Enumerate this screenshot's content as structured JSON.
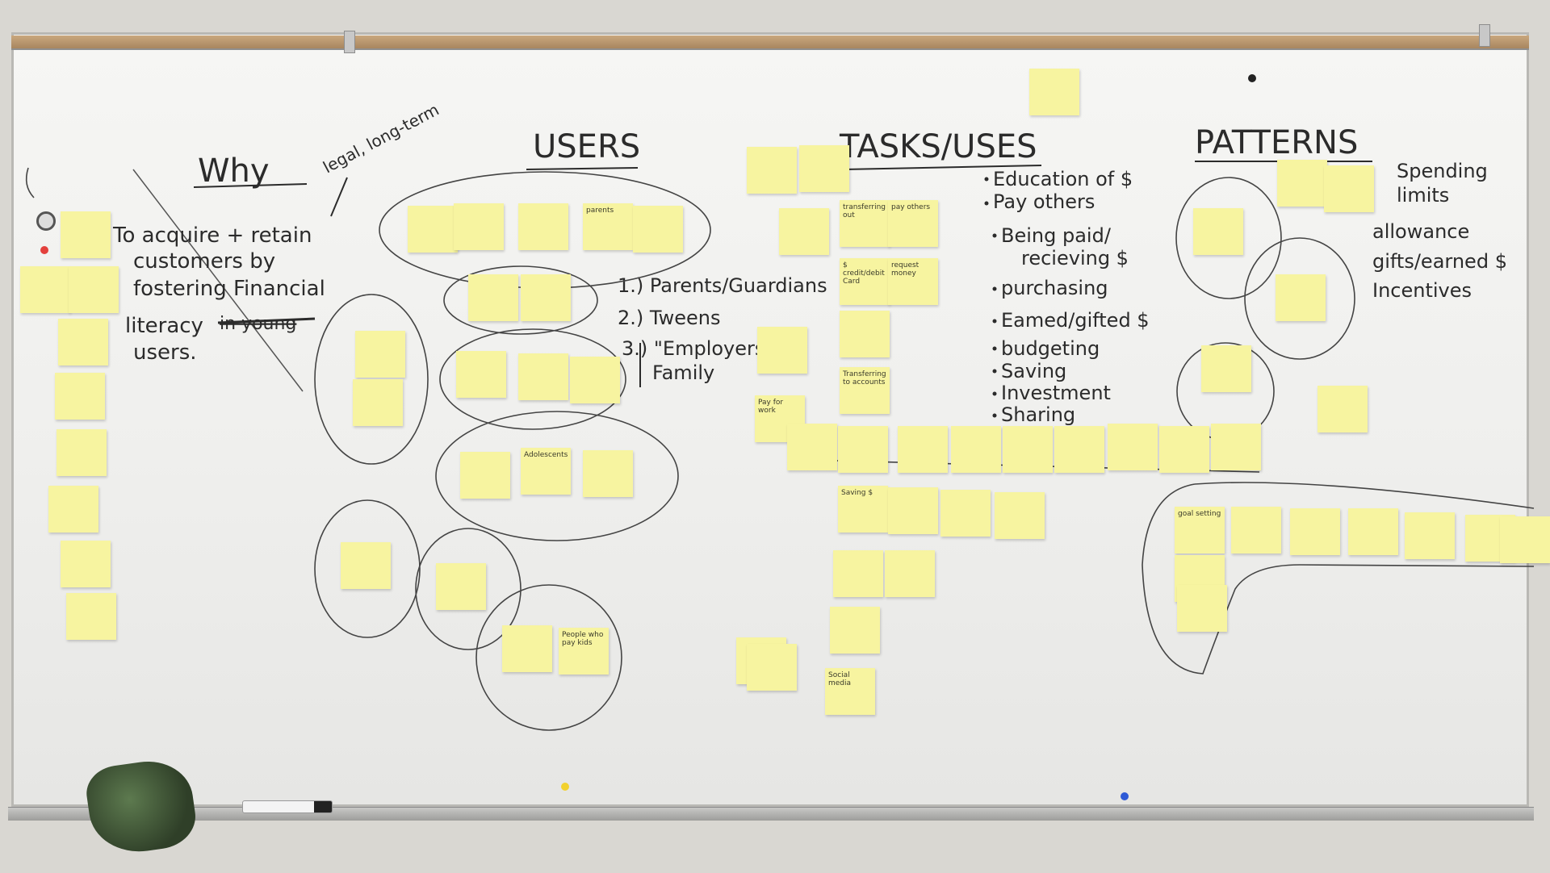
{
  "headings": {
    "why": "Why",
    "users": "USERS",
    "tasks": "TASKS/USES",
    "patterns": "PATTERNS"
  },
  "why_note": {
    "side": "legal, long-term",
    "lines": [
      "To acquire + retain",
      "customers by",
      "fostering Financial",
      "literacy",
      "users."
    ],
    "strike": "in young"
  },
  "user_list": [
    "1.) Parents/Guardians",
    "2.) Tweens",
    "3.) \"Employers\"",
    "Family"
  ],
  "task_list": [
    "Education of $",
    "Pay others",
    "Being paid/",
    "recieving $",
    "purchasing",
    "Eamed/gifted $",
    "budgeting",
    "Saving",
    "Investment",
    "Sharing"
  ],
  "pattern_list": [
    "Spending",
    "limits",
    "allowance",
    "gifts/earned $",
    "Incentives"
  ],
  "notes": {
    "parents": "parents",
    "adolescents": "Adolescents",
    "people_pay_kids": "People who pay kids",
    "transferring_out": "transferring out",
    "pay_others": "pay others",
    "credit_debit": "$ credit/debit Card",
    "request_money": "request money",
    "transferring_accounts": "Transferring to accounts",
    "pay_for_work": "Pay for work",
    "saving": "Saving $",
    "social_media": "Social media",
    "goal_setting": "goal setting"
  },
  "colors": {
    "sticky": "#f7f4a0",
    "board": "#f2f2f0",
    "ink": "#2b2b2b"
  }
}
